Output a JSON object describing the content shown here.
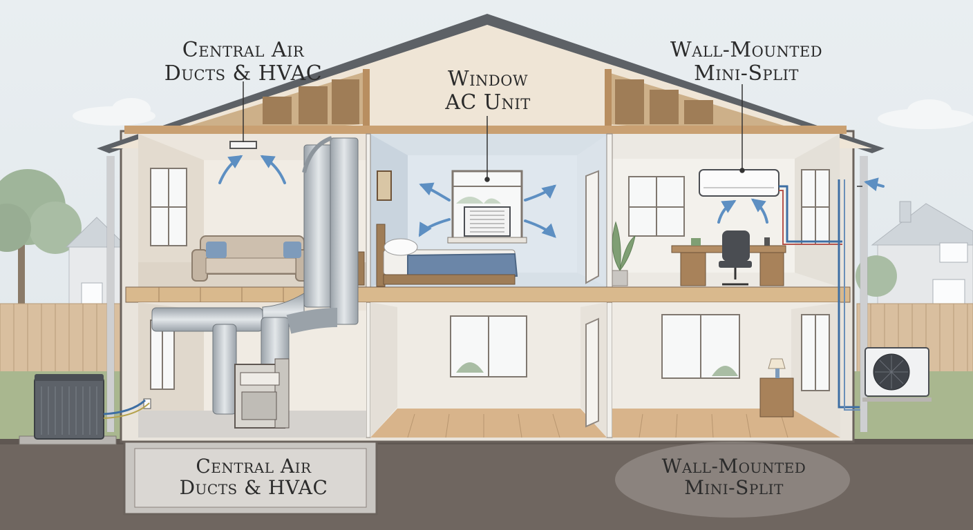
{
  "labels": {
    "central_top": {
      "line1": "Central Air",
      "line2": "Ducts & HVAC"
    },
    "window_top": {
      "line1": "Window",
      "line2": "AC Unit"
    },
    "mini_top": {
      "line1": "Wall-Mounted",
      "line2": "Mini-Split"
    },
    "central_bottom": {
      "line1": "Central Air",
      "line2": "Ducts & HVAC"
    },
    "mini_bottom": {
      "line1": "Wall-Mounted",
      "line2": "Mini-Split"
    }
  },
  "icons": {
    "airflow": "airflow-arrow-icon",
    "outdoor_condenser": "condenser-unit-icon",
    "furnace": "furnace-icon",
    "window_ac": "window-ac-icon",
    "mini_split_indoor": "mini-split-indoor-icon",
    "mini_split_outdoor": "mini-split-outdoor-icon"
  },
  "colors": {
    "sky": "#e6ecef",
    "ground": "#6f6660",
    "airflow": "#5d8fc2",
    "wood": "#caa27a",
    "wall": "#f3efe8",
    "duct": "#b9c0c6",
    "bed": "#6b86a8",
    "refrigerant_line": "#3d6ea3"
  }
}
